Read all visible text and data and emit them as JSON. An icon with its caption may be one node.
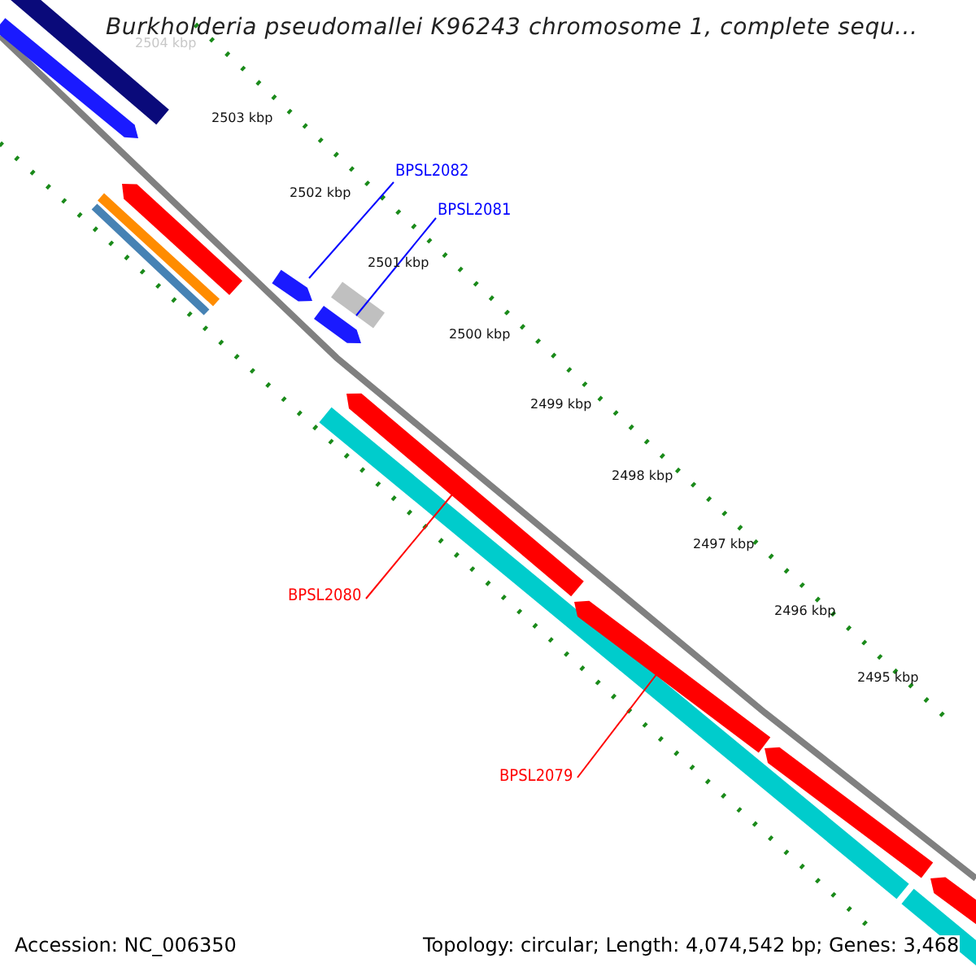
{
  "diagram": {
    "title": "Burkholderia pseudomallei K96243 chromosome 1, complete sequ...",
    "nodes": [
      {
        "text": [
          "BPSL2082"
        ]
      },
      {
        "text": [
          "BPSL2081"
        ]
      },
      {
        "text": [
          "BPSL2080"
        ]
      },
      {
        "text": [
          "BPSL2079"
        ]
      },
      {
        "text": [],
        "shape": "bar"
      },
      {
        "text": [],
        "shape": "bar"
      },
      {
        "text": [],
        "shape": "bar"
      },
      {
        "text": [],
        "shape": "bar"
      }
    ],
    "edges": [
      {
        "from": 0,
        "to": 4,
        "arrow": "none",
        "color": "#0000ff"
      },
      {
        "from": 1,
        "to": 5,
        "arrow": "none",
        "color": "#0000ff"
      },
      {
        "from": 2,
        "to": 6,
        "arrow": "none",
        "color": "#ff0000"
      },
      {
        "from": 3,
        "to": 7,
        "arrow": "none",
        "color": "#ff0000"
      }
    ],
    "labels": [
      "2504 kbp",
      "2503 kbp",
      "2502 kbp",
      "2501 kbp",
      "2500 kbp",
      "2499 kbp",
      "2498 kbp",
      "2497 kbp",
      "2496 kbp",
      "2495 kbp",
      "Accession: NC_006350",
      "Topology: circular; Length: 4,074,542 bp; Genes: 3,468"
    ]
  }
}
